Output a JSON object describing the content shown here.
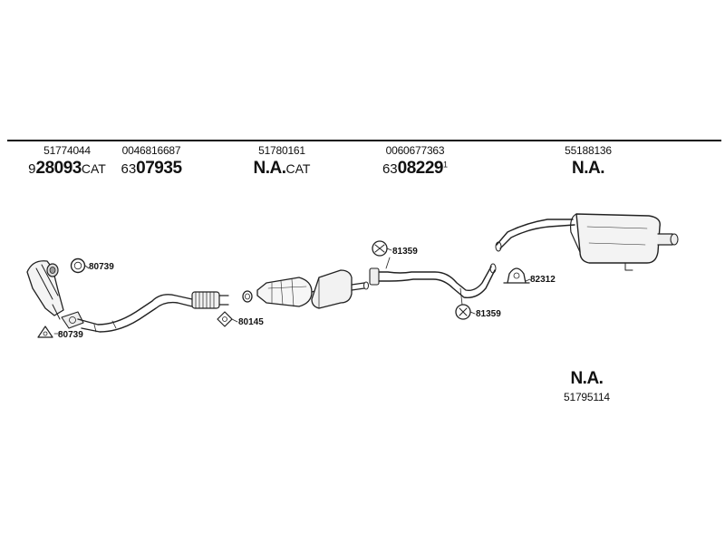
{
  "columns": [
    {
      "number": "51774044",
      "prefix": "9",
      "bold": "28093",
      "suffix": "CAT",
      "sup": ""
    },
    {
      "number": "0046816687",
      "prefix": "63",
      "bold": "07935",
      "suffix": "",
      "sup": ""
    },
    {
      "number": "51780161",
      "prefix": "",
      "bold": "N.A.",
      "suffix": "CAT",
      "sup": ""
    },
    {
      "number": "0060677363",
      "prefix": "63",
      "bold": "08229",
      "suffix": "",
      "sup": "1"
    },
    {
      "number": "55188136",
      "prefix": "",
      "bold": "N.A.",
      "suffix": "",
      "sup": ""
    }
  ],
  "part_labels": [
    "80739",
    "80739",
    "80145",
    "81359",
    "81359",
    "82312"
  ],
  "bottom": {
    "bold": "N.A.",
    "number": "51795114"
  }
}
